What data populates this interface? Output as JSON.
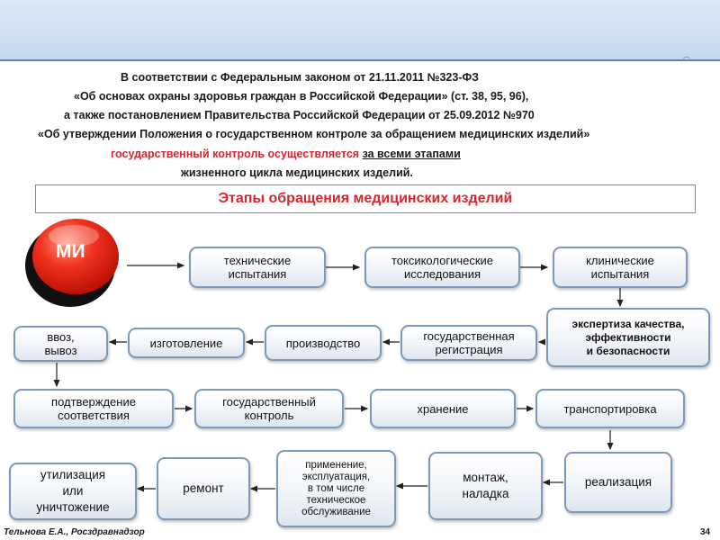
{
  "intro": {
    "line1": "В соответствии с Федеральным законом от 21.11.2011 №323-ФЗ",
    "line2": "«Об основах охраны здоровья граждан в Российской Федерации» (ст.  38, 95, 96),",
    "line3": "а также постановлением Правительства Российской Федерации от 25.09.2012 №970",
    "line4": "«Об утверждении Положения о государственном контроле за обращением медицинских изделий»",
    "line5_red": "государственный контроль осуществляется",
    "line5_ul": "за всеми этапами",
    "line6": "жизненного цикла медицинских изделий."
  },
  "corner_mark": "⌒",
  "diagram": {
    "header": "Этапы обращения медицинских изделий",
    "ball_label": "МИ",
    "nodes": {
      "tech": "технические\nиспытания",
      "tox": "токсикологические\nисследования",
      "clin": "клинические\nиспытания",
      "exp": "экспертиза качества,\nэффективности\nи безопасности",
      "reg": "государственная\nрегистрация",
      "prod": "производство",
      "manuf": "изготовление",
      "import": "ввоз,\nвывоз",
      "confirm": "подтверждение\nсоответствия",
      "control": "государственный\nконтроль",
      "storage": "хранение",
      "transport": "транспортировка",
      "sale": "реализация",
      "install": "монтаж,\nналадка",
      "use": "применение,\nэксплуатация,\nв том числе\nтехническое\nобслуживание",
      "repair": "ремонт",
      "disposal": "утилизация\nили\nуничтожение"
    }
  },
  "footer": {
    "author": "Тельнова Е.А., Росздравнадзор",
    "page": "34"
  }
}
